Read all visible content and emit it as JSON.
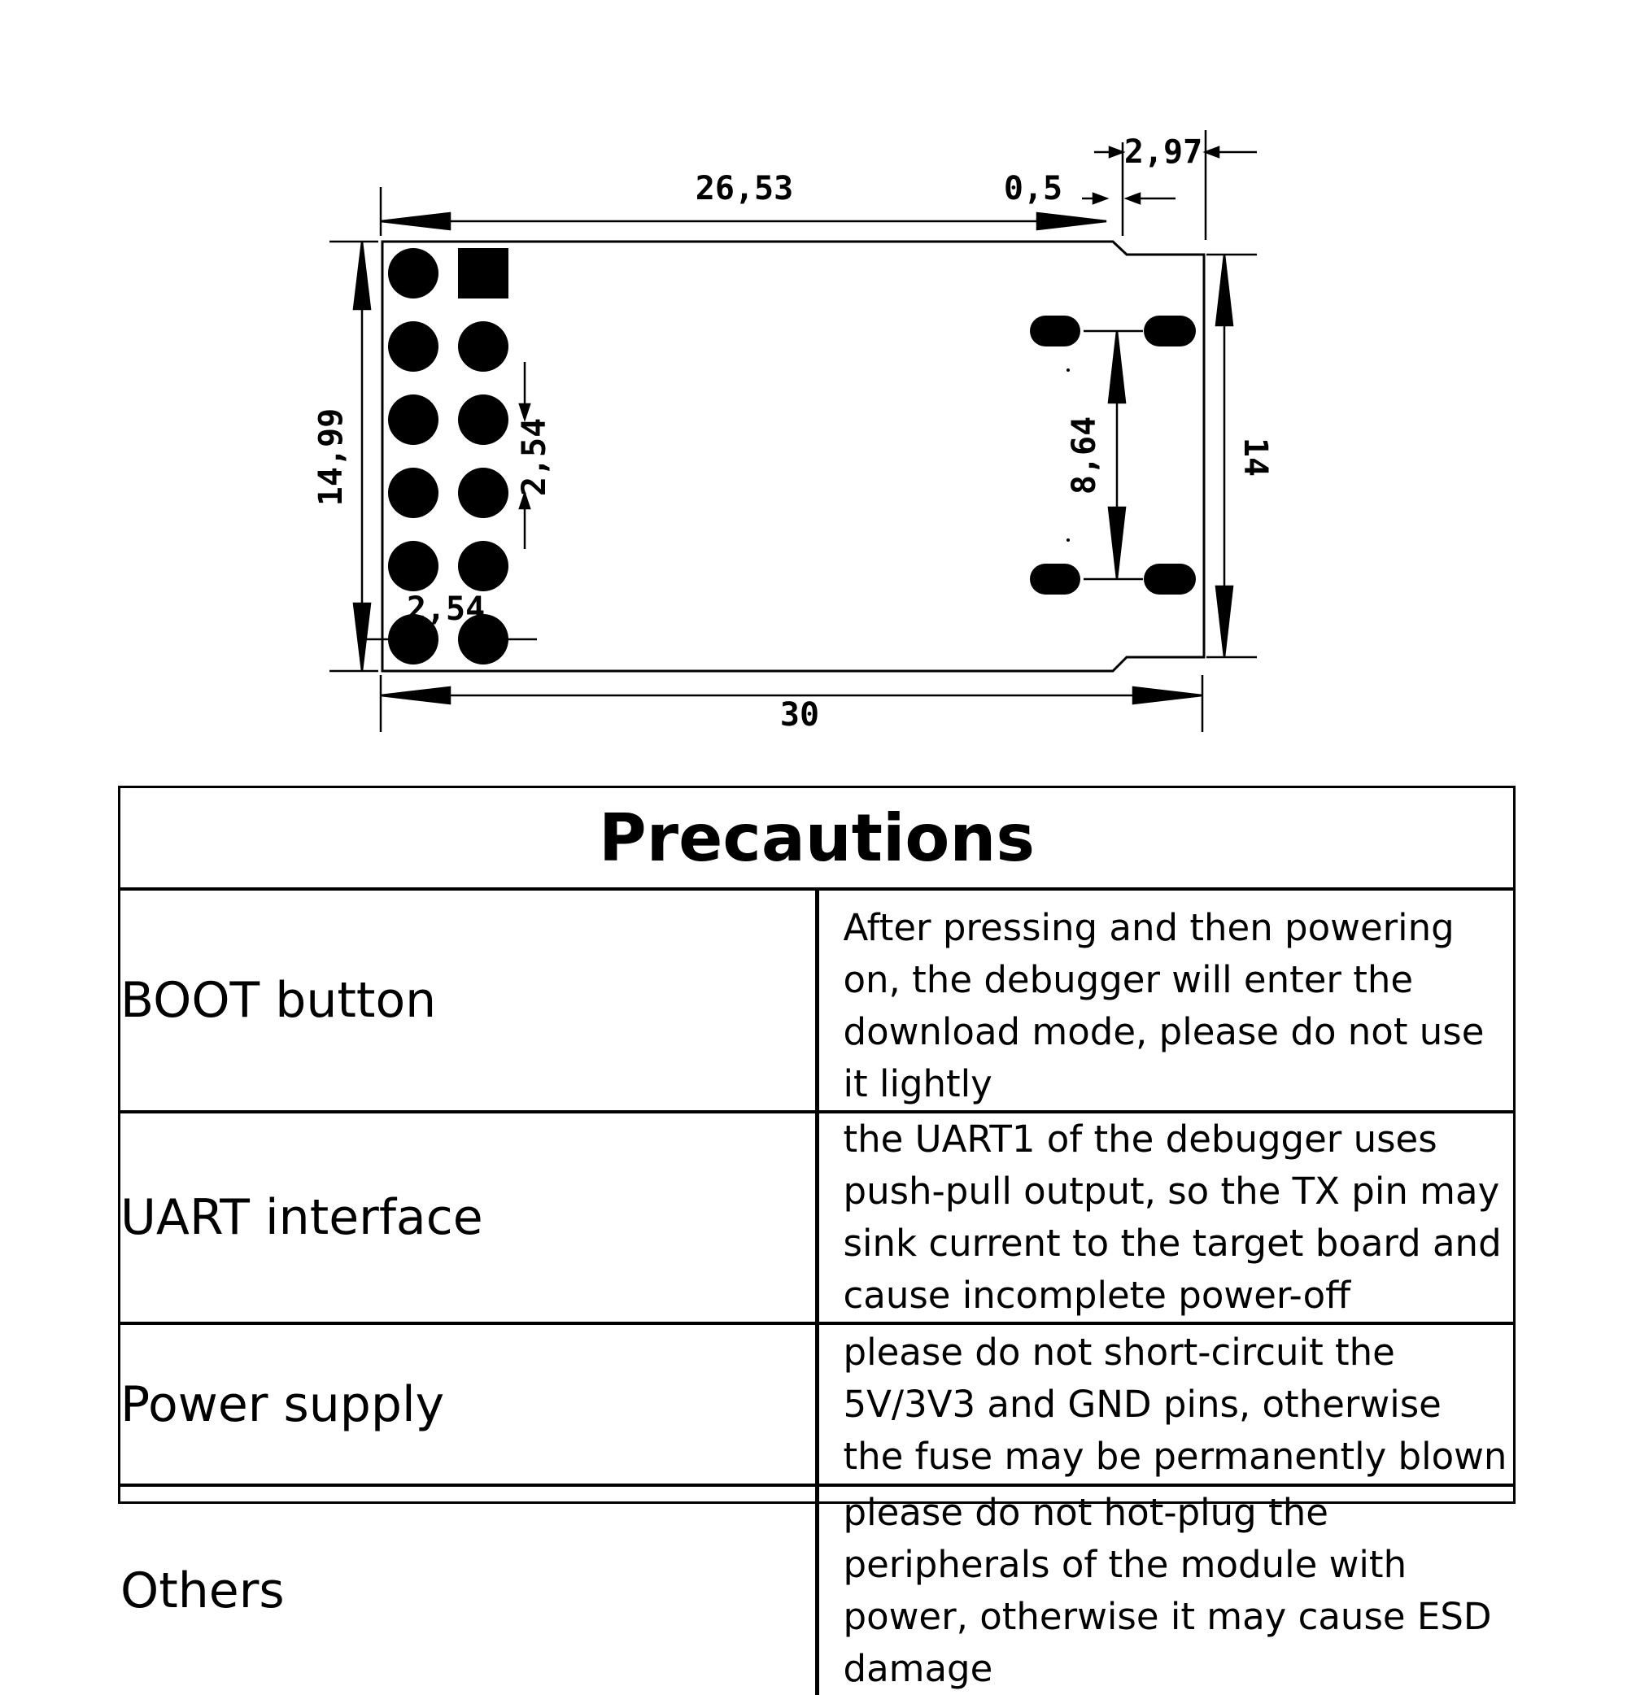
{
  "diagram": {
    "dimensions": {
      "top_length": "26,53",
      "notch_offset": "0,5",
      "tab_width": "2,97",
      "left_height": "14,99",
      "right_height": "14",
      "bottom_length": "30",
      "pin_pitch_vertical": "2,54",
      "pin_pitch_horizontal": "2,54",
      "pad_spacing": "8,64"
    }
  },
  "precautions": {
    "title": "Precautions",
    "rows": [
      {
        "label": "BOOT button",
        "text": "After pressing and then powering on, the debugger will enter the download mode, please do not use it lightly"
      },
      {
        "label": "UART interface",
        "text": "the UART1 of the debugger uses push-pull output, so the TX pin may sink current to the target board and cause incomplete power-off"
      },
      {
        "label": "Power supply",
        "text": "please do not short-circuit the 5V/3V3 and GND pins, otherwise the fuse may be permanently blown"
      },
      {
        "label": "Others",
        "text": "please do not hot-plug the peripherals of the module with power, otherwise it may cause ESD damage"
      }
    ]
  }
}
